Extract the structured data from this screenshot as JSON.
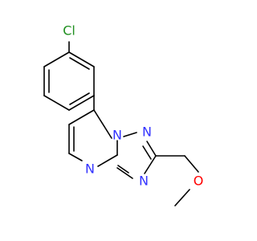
{
  "molecule": {
    "atoms": {
      "chlorine": "Cl",
      "n_bridge": "N",
      "n_triazole_top": "N",
      "n_triazole_bottom": "N",
      "n_pyrimidine": "N",
      "oxygen": "O"
    },
    "colors": {
      "bond": "#000000",
      "nitrogen": "#3333ff",
      "oxygen": "#ff0000",
      "chlorine": "#1f8f1f"
    }
  }
}
